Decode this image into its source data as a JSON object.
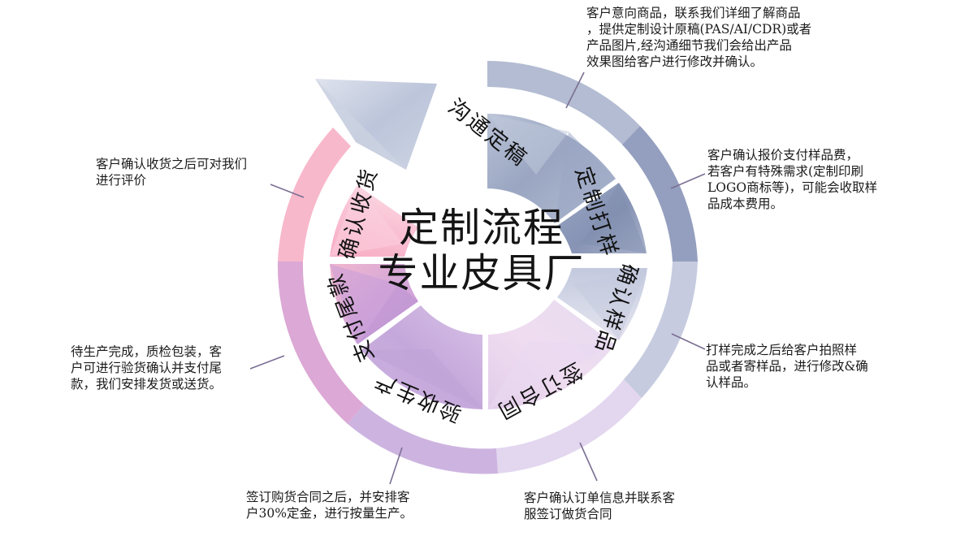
{
  "center": {
    "line1": "定制流程",
    "line2": "专业皮具厂"
  },
  "colors": {
    "seg_comm": "#aab4cc",
    "seg_proof": "#8f9cbb",
    "seg_sample": "#c9cde0",
    "seg_contract": "#e3d4ec",
    "seg_inspect": "#c9aedd",
    "seg_balance": "#c79ad8",
    "seg_receive": "#f6b9cc",
    "arrow": "#c3cbdd",
    "connector": "#7b6f93",
    "text": "#1a1a1a"
  },
  "segments": [
    {
      "id": "communication",
      "label": "沟通定稿",
      "color": "#aab4cc"
    },
    {
      "id": "proofing",
      "label": "定制打样",
      "color": "#939fbe"
    },
    {
      "id": "confirm-sample",
      "label": "确认样品",
      "color": "#cdd2e4"
    },
    {
      "id": "sign-contract",
      "label": "签订合同",
      "color": "#ead9f1"
    },
    {
      "id": "inspect-produce",
      "label": "验收生产",
      "color": "#cbb0de"
    },
    {
      "id": "pay-balance",
      "label": "支付尾款",
      "color": "#c79ad8"
    },
    {
      "id": "confirm-receipt",
      "label": "确认收货",
      "color": "#f7bbce"
    }
  ],
  "callouts": [
    {
      "id": "communication-note",
      "text": "客户意向商品，联系我们详细了解商品\n，提供定制设计原稿(PAS/AI/CDR)或者\n产品图片,经沟通细节我们会给出产品\n效果图给客户进行修改并确认。"
    },
    {
      "id": "proofing-note",
      "text": "客户确认报价支付样品费，\n若客户有特殊需求(定制印刷\nLOGO商标等)，可能会收取样\n品成本费用。"
    },
    {
      "id": "confirm-sample-note",
      "text": "打样完成之后给客户拍照样\n品或者寄样品，进行修改&确\n认样品。"
    },
    {
      "id": "sign-contract-note",
      "text": "客户确认订单信息并联系客\n服签订做货合同"
    },
    {
      "id": "inspect-produce-note",
      "text": "签订购货合同之后，并安排客\n户30%定金，进行按量生产。"
    },
    {
      "id": "pay-balance-note",
      "text": "待生产完成，质检包装，客\n户可进行验货确认并支付尾\n款，我们安排发货或送货。"
    },
    {
      "id": "confirm-receipt-note",
      "text": "客户确认收货之后可对我们\n进行评价"
    }
  ]
}
